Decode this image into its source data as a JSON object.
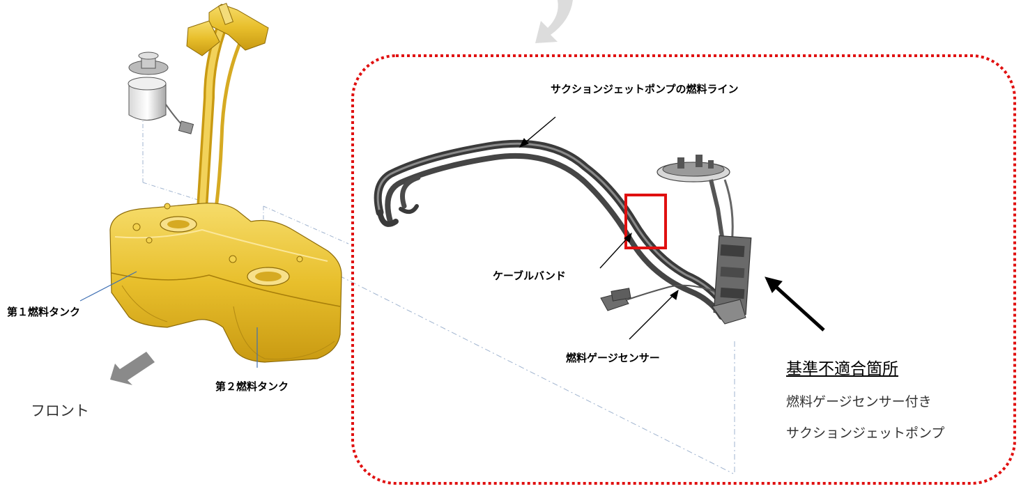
{
  "labels": {
    "suction_fuel_line": "サクションジェットポンプの燃料ライン",
    "cable_band": "ケーブルバンド",
    "fuel_gauge_sensor": "燃料ゲージセンサー",
    "tank1": "第１燃料タンク",
    "tank2": "第２燃料タンク",
    "front": "フロント"
  },
  "noncompliance": {
    "heading": "基準不適合箇所",
    "line1": "燃料ゲージセンサー付き",
    "line2": "サクションジェットポンプ"
  },
  "colors": {
    "dotted_border": "#e01010",
    "highlight_box": "#e01010",
    "tank_gold": "#e8c030",
    "gray_arrow": "#8a8a8a",
    "line_black": "#000000"
  }
}
